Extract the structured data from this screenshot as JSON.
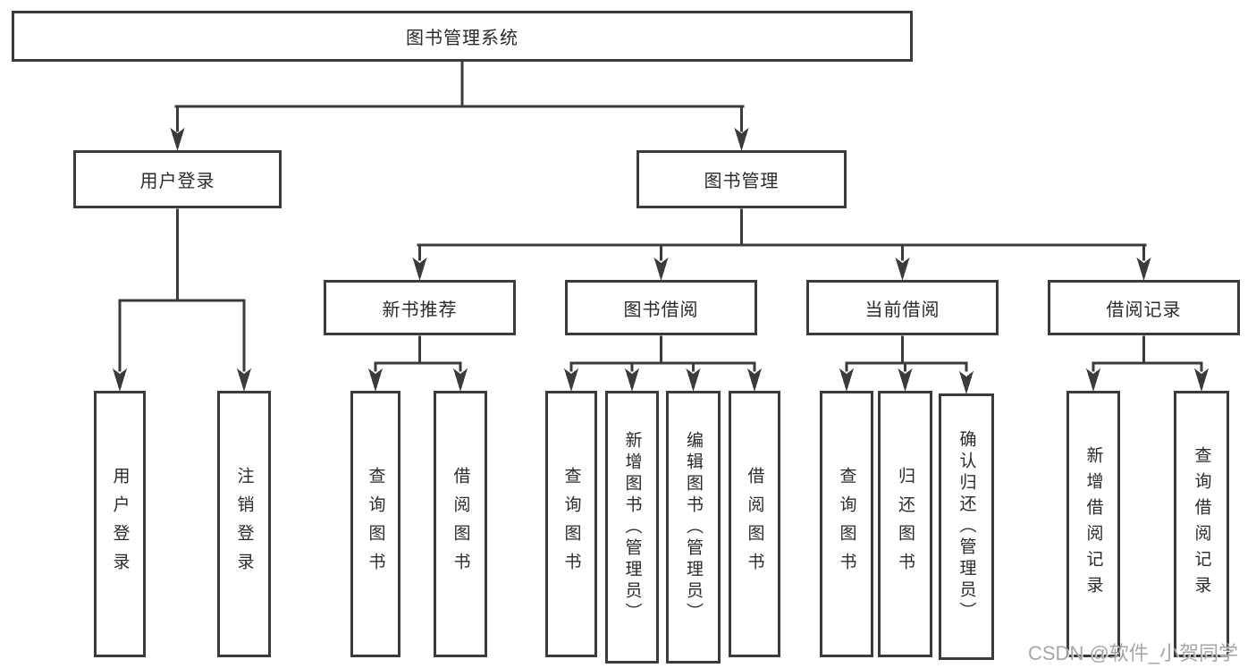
{
  "tree": {
    "label": "图书管理系统",
    "children": [
      {
        "label": "用户登录",
        "children": [
          {
            "label": "用户登录"
          },
          {
            "label": "注销登录"
          }
        ]
      },
      {
        "label": "图书管理",
        "children": [
          {
            "label": "新书推荐",
            "children": [
              {
                "label": "查询图书"
              },
              {
                "label": "借阅图书"
              }
            ]
          },
          {
            "label": "图书借阅",
            "children": [
              {
                "label": "查询图书"
              },
              {
                "label": "新增图书（管理员）"
              },
              {
                "label": "编辑图书（管理员）"
              },
              {
                "label": "借阅图书"
              }
            ]
          },
          {
            "label": "当前借阅",
            "children": [
              {
                "label": "查询图书"
              },
              {
                "label": "归还图书"
              },
              {
                "label": "确认归还（管理员）"
              }
            ]
          },
          {
            "label": "借阅记录",
            "children": [
              {
                "label": "新增借阅记录"
              },
              {
                "label": "查询借阅记录"
              }
            ]
          }
        ]
      }
    ]
  },
  "watermark": {
    "text": "CSDN @软件_小贺同学"
  },
  "colors": {
    "line": "#3b3b3b",
    "text": "#2b2b2b",
    "watermark": "#9e9e9e"
  }
}
